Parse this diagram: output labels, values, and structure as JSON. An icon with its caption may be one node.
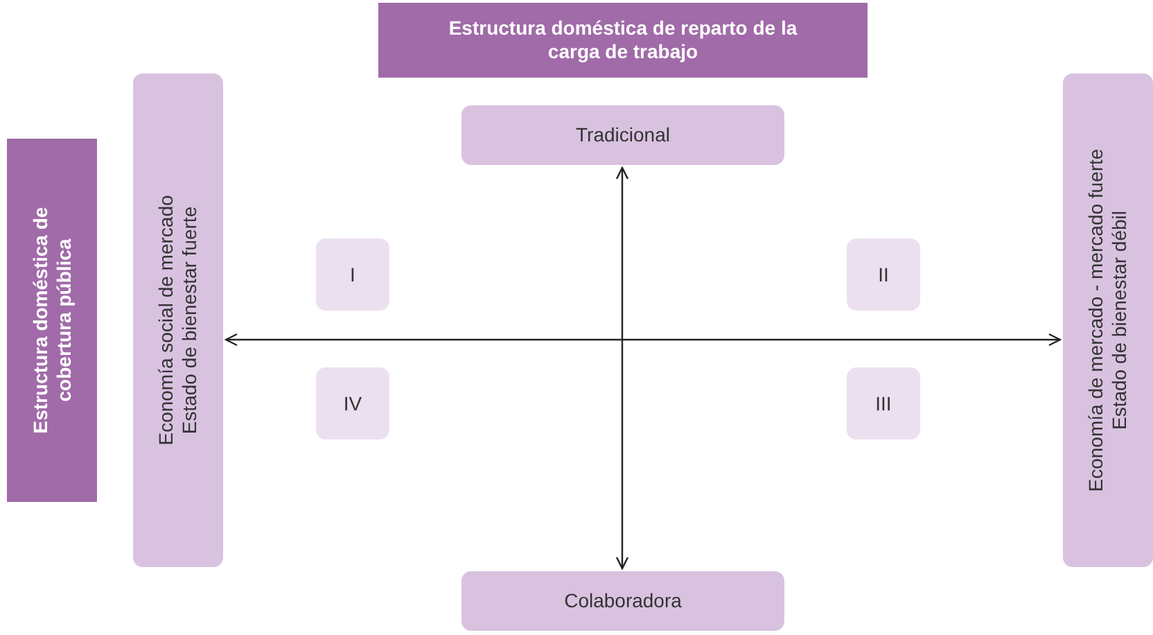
{
  "diagram": {
    "nodes": [
      {
        "text": [
          "Estructura doméstica de reparto de la carga de trabajo"
        ]
      },
      {
        "text": [
          "Tradicional"
        ]
      },
      {
        "text": [
          "Estructura doméstica de cobertura pública"
        ]
      },
      {
        "text": [
          "Economía social de mercado",
          "Estado de bienestar fuerte"
        ]
      },
      {
        "text": [
          "Economía de mercado - mercado fuerte",
          "Estado de bienestar débil"
        ]
      },
      {
        "text": [
          "I"
        ]
      },
      {
        "text": [
          "II"
        ]
      },
      {
        "text": [
          "IV"
        ]
      },
      {
        "text": [
          "III"
        ]
      },
      {
        "text": [
          "Colaboradora"
        ]
      }
    ],
    "edges": [
      {
        "from": 1,
        "to": 9,
        "arrow": "both"
      },
      {
        "from": 3,
        "to": 4,
        "arrow": "both"
      }
    ]
  }
}
